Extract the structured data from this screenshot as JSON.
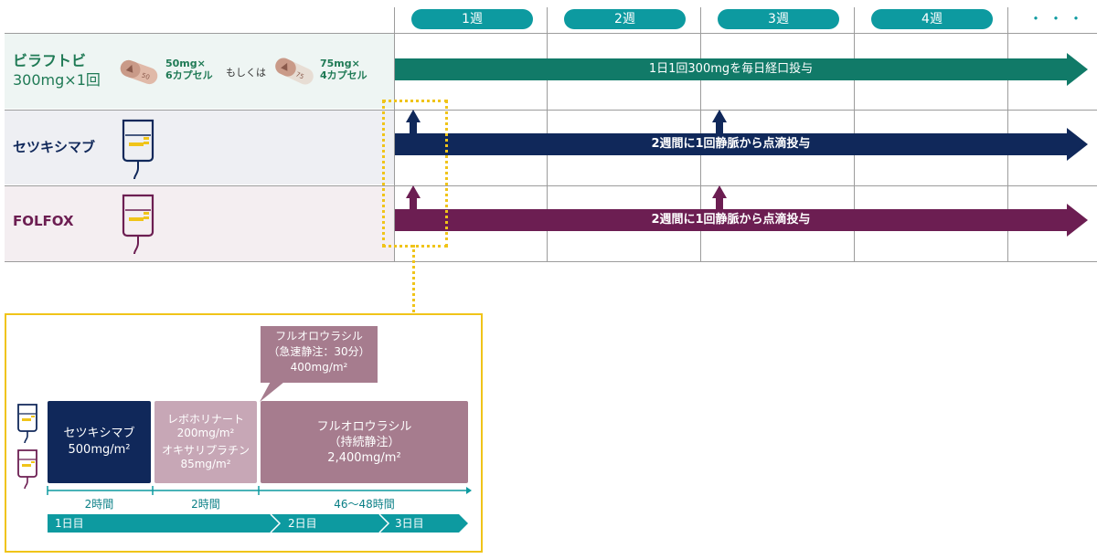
{
  "weeks": [
    "1週",
    "2週",
    "3週",
    "4週"
  ],
  "more_dots": "・・・",
  "rows": {
    "biraftovi": {
      "name_line1": "ビラフトビ",
      "name_line2": "300mg×1回",
      "opt1_line1": "50mg×",
      "opt1_line2": "6カプセル",
      "or_text": "もしくは",
      "opt2_line1": "75mg×",
      "opt2_line2": "4カプセル",
      "arrow_text": "1日1回300mgを毎日経口投与"
    },
    "cetuximab": {
      "name": "セツキシマブ",
      "arrow_text": "2週間に1回静脈から点滴投与"
    },
    "folfox": {
      "name": "FOLFOX",
      "arrow_text": "2週間に1回静脈から点滴投与"
    }
  },
  "detail": {
    "callout_line1": "フルオロウラシル",
    "callout_line2": "（急速静注：30分）",
    "callout_line3": "400mg/m²",
    "block1_line1": "セツキシマブ",
    "block1_line2": "500mg/m²",
    "block2_line1": "レボホリナート",
    "block2_line2": "200mg/m²",
    "block2_line3": "オキサリプラチン",
    "block2_line4": "85mg/m²",
    "block3_line1": "フルオロウラシル",
    "block3_line2": "（持続静注）",
    "block3_line3": "2,400mg/m²",
    "time1": "2時間",
    "time2": "2時間",
    "time3": "46～48時間",
    "day1": "1日目",
    "day2": "2日目",
    "day3": "3日目"
  },
  "colors": {
    "teal": "#0d9aa0",
    "green_arrow": "#117a68",
    "navy": "#10285a",
    "plum": "#6c1e52",
    "mauve": "#a67c8e",
    "light_mauve": "#c7a7b6",
    "yellow": "#f0c419"
  }
}
